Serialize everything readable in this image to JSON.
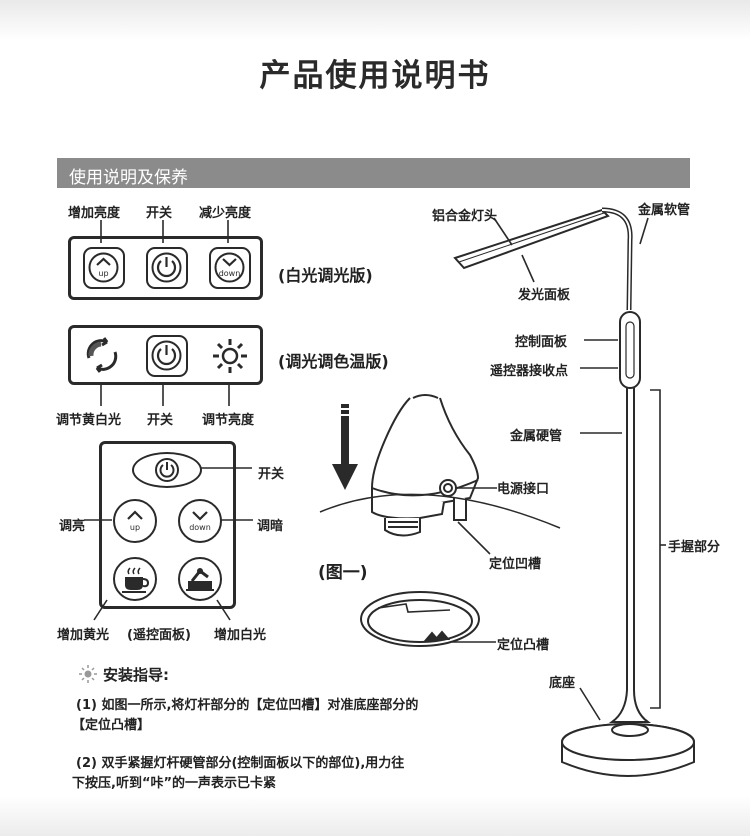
{
  "title": "产品使用说明书",
  "section_title": "使用说明及保养",
  "panel1": {
    "label_up": "增加亮度",
    "label_power": "开关",
    "label_down": "减少亮度",
    "btn_up_text": "up",
    "btn_down_text": "down",
    "version": "(白光调光版)"
  },
  "panel2": {
    "label_cct": "调节黄白光",
    "label_power": "开关",
    "label_bright": "调节亮度",
    "version": "(调光调色温版)"
  },
  "remote": {
    "label_power": "开关",
    "label_bright": "调亮",
    "label_dim": "调暗",
    "label_warm": "增加黄光",
    "label_name": "(遥控面板)",
    "label_white": "增加白光",
    "btn_up_text": "up",
    "btn_down_text": "down"
  },
  "figure": {
    "power_port": "电源接口",
    "groove": "定位凹槽",
    "caption": "(图一)",
    "bump": "定位凸槽"
  },
  "lamp": {
    "head": "铝合金灯头",
    "flexible": "金属软管",
    "emitting": "发光面板",
    "control": "控制面板",
    "receiver": "遥控器接收点",
    "rigid": "金属硬管",
    "grip": "手握部分",
    "base": "底座"
  },
  "install": {
    "heading": "安装指导:",
    "step1_a": "(1) 如图一所示,将灯杆部分的【定位凹槽】对准底座部分的",
    "step1_b": "【定位凸槽】",
    "step2_a": "(2) 双手紧握灯杆硬管部分(控制面板以下的部位),用力往",
    "step2_b": "下按压,听到“咔”的一声表示已卡紧"
  }
}
